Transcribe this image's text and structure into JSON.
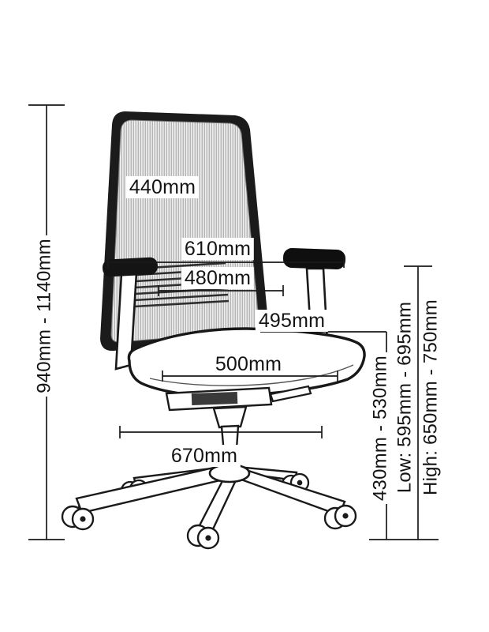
{
  "diagram": {
    "colors": {
      "ink": "#1a1a1a",
      "mesh_line": "#9a9a9a"
    },
    "labels": {
      "back_width": "440mm",
      "armrest_outer_span": "610mm",
      "armrest_inner_span": "480mm",
      "seat_width": "495mm",
      "seat_depth": "500mm",
      "base_width": "670mm",
      "overall_height": "940mm - 1140mm",
      "seat_height": "430mm - 530mm",
      "armrest_height_low": "Low: 595mm - 695mm",
      "armrest_height_high": "High: 650mm - 750mm"
    }
  }
}
